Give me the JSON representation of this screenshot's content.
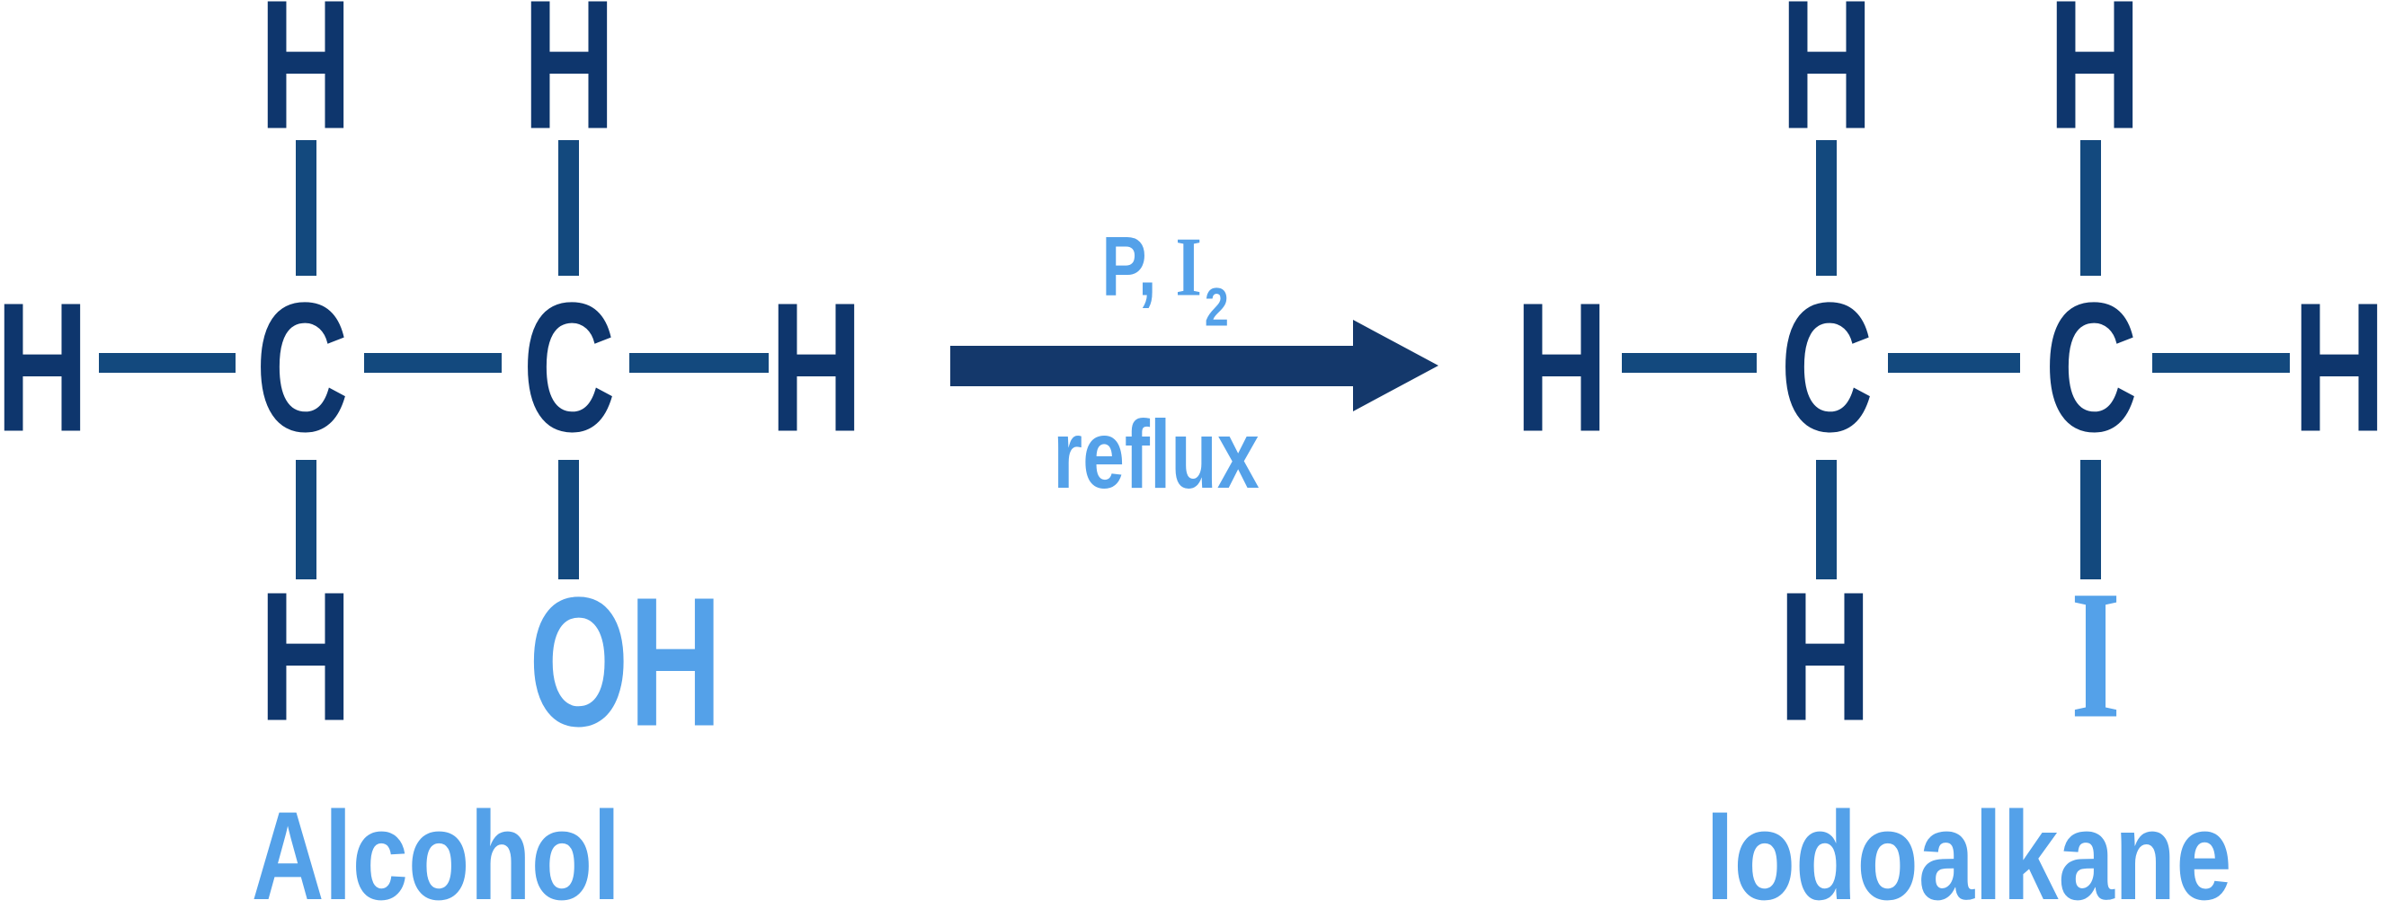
{
  "colors": {
    "ink_navy": "#0e366d",
    "bond_blue": "#13497e",
    "accent_light_blue": "#54a1e9"
  },
  "alcohol": {
    "label": "Alcohol",
    "atoms": {
      "h": "H",
      "c": "C",
      "oh": "OH"
    }
  },
  "iodoalkane": {
    "label": "Iodoalkane",
    "atoms": {
      "h": "H",
      "c": "C",
      "i": "I"
    }
  },
  "conditions": {
    "reagents_pre": "P,",
    "reagents_iodine": "I",
    "reagents_subscript": "2",
    "condition": "reflux"
  }
}
